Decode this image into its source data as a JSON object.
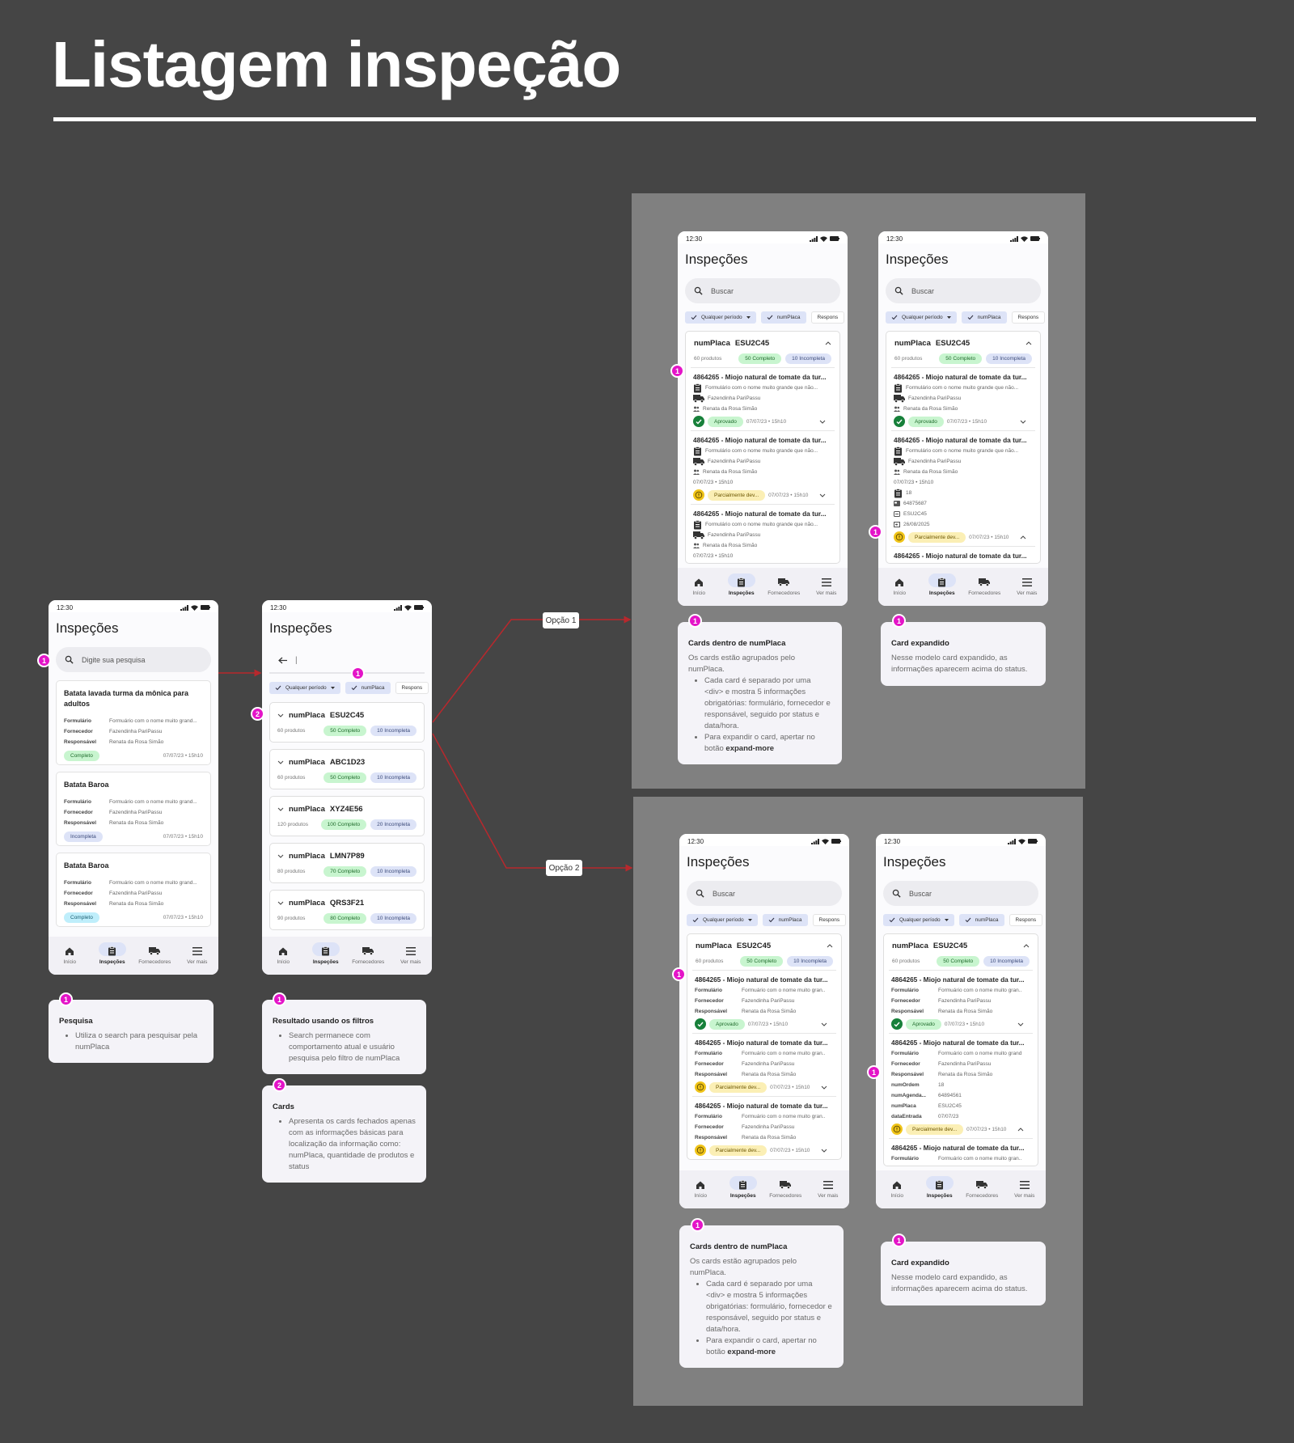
{
  "page": {
    "title": "Listagem inspeção"
  },
  "colors": {
    "background": "#454545",
    "panel": "#808080",
    "marker": "#e414c8",
    "connector": "#b8282d",
    "badge_green": "#c8f5cf",
    "badge_lavender": "#dde3f7",
    "status_yellow": "#f0c419",
    "status_green": "#17803a"
  },
  "flows": {
    "option1": "Opção 1",
    "option2": "Opção 2"
  },
  "common": {
    "status_time": "12:30",
    "screen_title": "Inspeções",
    "chips": [
      {
        "label": "Qualquer período",
        "checked": true,
        "dropdown": true
      },
      {
        "label": "numPlaca",
        "checked": true
      },
      {
        "label": "Respons"
      }
    ],
    "nav": [
      {
        "label": "Início",
        "icon": "home-icon"
      },
      {
        "label": "Inspeções",
        "icon": "clipboard-icon",
        "active": true
      },
      {
        "label": "Fornecedores",
        "icon": "truck-icon"
      },
      {
        "label": "Ver mais",
        "icon": "menu-icon"
      }
    ]
  },
  "phones": [
    {
      "type": "search",
      "search_placeholder": "Digite sua pesquisa",
      "cards": [
        {
          "title": "Batata lavada turma da mônica para adultos",
          "rows": [
            {
              "label": "Formulário",
              "value": "Formuário com o nome muito grand..."
            },
            {
              "label": "Fornecedor",
              "value": "Fazendinha PariPassu"
            },
            {
              "label": "Responsável",
              "value": "Renata da Rosa Simão"
            }
          ],
          "status": {
            "label": "Completo",
            "tone": "green"
          },
          "date": "07/07/23 • 15h10"
        },
        {
          "title": "Batata Baroa",
          "rows": [
            {
              "label": "Formulário",
              "value": "Formuário com o nome muito grand..."
            },
            {
              "label": "Fornecedor",
              "value": "Fazendinha PariPassu"
            },
            {
              "label": "Responsável",
              "value": "Renata da Rosa Simão"
            }
          ],
          "status": {
            "label": "Incompleta",
            "tone": "lav"
          },
          "date": "07/07/23 • 15h10"
        },
        {
          "title": "Batata Baroa",
          "rows": [
            {
              "label": "Formulário",
              "value": "Formuário com o nome muito grand..."
            },
            {
              "label": "Fornecedor",
              "value": "Fazendinha PariPassu"
            },
            {
              "label": "Responsável",
              "value": "Renata da Rosa Simão"
            }
          ],
          "status": {
            "label": "Completo",
            "tone": "cyan"
          },
          "date": "07/07/23 • 15h10"
        }
      ]
    },
    {
      "type": "filter",
      "search_value": "|",
      "groups": [
        {
          "label": "numPlaca",
          "plate": "ESU2C45",
          "products": "60 produtos",
          "complete": "50 Completo",
          "incomplete": "10 Incompleta"
        },
        {
          "label": "numPlaca",
          "plate": "ABC1D23",
          "products": "60 produtos",
          "complete": "50 Completo",
          "incomplete": "10 Incompleta"
        },
        {
          "label": "numPlaca",
          "plate": "XYZ4E56",
          "products": "120 produtos",
          "complete": "100 Completo",
          "incomplete": "20 Incompleta"
        },
        {
          "label": "numPlaca",
          "plate": "LMN7P89",
          "products": "80 produtos",
          "complete": "70 Completo",
          "incomplete": "10 Incompleta"
        },
        {
          "label": "numPlaca",
          "plate": "QRS3F21",
          "products": "90 produtos",
          "complete": "80 Completo",
          "incomplete": "10 Incompleta"
        }
      ]
    },
    {
      "type": "group",
      "search_placeholder": "Buscar",
      "group": {
        "label": "numPlaca",
        "plate": "ESU2C45",
        "products": "60 produtos",
        "complete": "50 Completo",
        "incomplete": "10 Incompleta"
      },
      "items": [
        {
          "title": "4864265 - Miojo natural de tomate da tur...",
          "rows": [
            {
              "icon": "clipboard",
              "value": "Formulário com o nome muito grande que não..."
            },
            {
              "icon": "truck",
              "value": "Fazendinha PariPassu"
            },
            {
              "icon": "people",
              "value": "Renata da Rosa Simão"
            }
          ],
          "status": {
            "label": "Aprovado",
            "tone": "green"
          },
          "date": "07/07/23 • 15h10",
          "expanded": false
        },
        {
          "title": "4864265 - Miojo natural de tomate da tur...",
          "rows": [
            {
              "icon": "clipboard",
              "value": "Formulário com o nome muito grande que não..."
            },
            {
              "icon": "truck",
              "value": "Fazendinha PariPassu"
            },
            {
              "icon": "people",
              "value": "Renata da Rosa Simão"
            },
            {
              "value": "07/07/23 • 15h10"
            }
          ],
          "status": {
            "label": "Parcialmente dev...",
            "tone": "yellow"
          },
          "date": "07/07/23 • 15h10",
          "expanded": false
        },
        {
          "title": "4864265 - Miojo natural de tomate da tur...",
          "rows": [
            {
              "icon": "clipboard",
              "value": "Formulário com o nome muito grande que não..."
            },
            {
              "icon": "truck",
              "value": "Fazendinha PariPassu"
            },
            {
              "icon": "people",
              "value": "Renata da Rosa Simão"
            },
            {
              "value": "07/07/23 • 15h10"
            }
          ]
        }
      ]
    },
    {
      "type": "group",
      "search_placeholder": "Buscar",
      "group": {
        "label": "numPlaca",
        "plate": "ESU2C45",
        "products": "60 produtos",
        "complete": "50 Completo",
        "incomplete": "10 Incompleta"
      },
      "items": [
        {
          "title": "4864265 - Miojo natural de tomate da tur...",
          "rows": [
            {
              "icon": "clipboard",
              "value": "Formulário com o nome muito grande que não..."
            },
            {
              "icon": "truck",
              "value": "Fazendinha PariPassu"
            },
            {
              "icon": "people",
              "value": "Renata da Rosa Simão"
            }
          ],
          "status": {
            "label": "Aprovado",
            "tone": "green"
          },
          "date": "07/07/23 • 15h10",
          "expanded": false
        },
        {
          "title": "4864265 - Miojo natural de tomate da tur...",
          "rows": [
            {
              "icon": "clipboard",
              "value": "Formulário com o nome muito grande que não..."
            },
            {
              "icon": "truck",
              "value": "Fazendinha PariPassu"
            },
            {
              "icon": "people",
              "value": "Renata da Rosa Simão"
            },
            {
              "value": "07/07/23 • 15h10"
            },
            {
              "icon": "clipboard",
              "value": "18"
            },
            {
              "icon": "id-card",
              "value": "64875687"
            },
            {
              "icon": "plate",
              "value": "ESU2C45"
            },
            {
              "icon": "calendar",
              "value": "26/08/2025"
            }
          ],
          "status": {
            "label": "Parcialmente dev...",
            "tone": "yellow"
          },
          "date": "07/07/23 • 15h10",
          "expanded": true
        },
        {
          "title": "4864265 - Miojo natural de tomate da tur...",
          "rows": []
        }
      ]
    },
    {
      "type": "group",
      "search_placeholder": "Buscar",
      "group": {
        "label": "numPlaca",
        "plate": "ESU2C45",
        "products": "60 produtos",
        "complete": "50 Completo",
        "incomplete": "10 Incompleta"
      },
      "items": [
        {
          "title": "4864265 - Miojo natural de tomate da tur...",
          "rows": [
            {
              "label": "Formulário",
              "value": "Formuário com o nome muito gran.."
            },
            {
              "label": "Fornecedor",
              "value": "Fazendinha PariPassu"
            },
            {
              "label": "Responsável",
              "value": "Renata da Rosa Simão"
            }
          ],
          "status": {
            "label": "Aprovado",
            "tone": "green"
          },
          "date": "07/07/23 • 15h10",
          "expanded": false
        },
        {
          "title": "4864265 - Miojo natural de tomate da tur...",
          "rows": [
            {
              "label": "Formulário",
              "value": "Formuário com o nome muito gran.."
            },
            {
              "label": "Fornecedor",
              "value": "Fazendinha PariPassu"
            },
            {
              "label": "Responsável",
              "value": "Renata da Rosa Simão"
            }
          ],
          "status": {
            "label": "Parcialmente dev...",
            "tone": "yellow"
          },
          "date": "07/07/23 • 15h10",
          "expanded": false
        },
        {
          "title": "4864265 - Miojo natural de tomate da tur...",
          "rows": [
            {
              "label": "Formulário",
              "value": "Formuário com o nome muito gran.."
            },
            {
              "label": "Fornecedor",
              "value": "Fazendinha PariPassu"
            },
            {
              "label": "Responsável",
              "value": "Renata da Rosa Simão"
            }
          ],
          "status": {
            "label": "Parcialmente dev...",
            "tone": "yellow"
          },
          "date": "07/07/23 • 15h10",
          "expanded": false
        }
      ]
    },
    {
      "type": "group",
      "search_placeholder": "Buscar",
      "group": {
        "label": "numPlaca",
        "plate": "ESU2C45",
        "products": "60 produtos",
        "complete": "50 Completo",
        "incomplete": "10 Incompleta"
      },
      "items": [
        {
          "title": "4864265 - Miojo natural de tomate da tur...",
          "rows": [
            {
              "label": "Formulário",
              "value": "Formuário com o nome muito gran.."
            },
            {
              "label": "Fornecedor",
              "value": "Fazendinha PariPassu"
            },
            {
              "label": "Responsável",
              "value": "Renata da Rosa Simão"
            }
          ],
          "status": {
            "label": "Aprovado",
            "tone": "green"
          },
          "date": "07/07/23 • 15h10",
          "expanded": false
        },
        {
          "title": "4864265 - Miojo natural de tomate da tur...",
          "rows": [
            {
              "label": "Formulário",
              "value": "Formuário com o nome muito grand"
            },
            {
              "label": "Fornecedor",
              "value": "Fazendinha PariPassu"
            },
            {
              "label": "Responsável",
              "value": "Renata da Rosa Simão"
            },
            {
              "label": "numOrdem",
              "value": "18"
            },
            {
              "label": "numAgenda...",
              "value": "64894561"
            },
            {
              "label": "numPlaca",
              "value": "ESU2C45"
            },
            {
              "label": "dataEntrada",
              "value": "07/07/23"
            }
          ],
          "status": {
            "label": "Parcialmente dev...",
            "tone": "yellow"
          },
          "date": "07/07/23 • 15h10",
          "expanded": true
        },
        {
          "title": "4864265 - Miojo natural de tomate da tur...",
          "rows": [
            {
              "label": "Formulário",
              "value": "Formuário com o nome muito gran.."
            }
          ]
        }
      ]
    }
  ],
  "notes": [
    {
      "title": "Pesquisa",
      "bullets": [
        {
          "text": "Utiliza o search para pesquisar pela numPlaca"
        }
      ]
    },
    {
      "title": "Resultado usando os filtros",
      "bullets": [
        {
          "text": "Search permanece com comportamento atual e usuário pesquisa pelo filtro de numPlaca"
        }
      ]
    },
    {
      "title": "Cards",
      "bullets": [
        {
          "text": "Apresenta os cards fechados apenas com as informações básicas para localização da informação como: numPlaca, quantidade de produtos e status"
        }
      ]
    },
    {
      "title": "Cards dentro de numPlaca",
      "intro": "Os cards estão agrupados pelo numPlaca.",
      "bullets": [
        {
          "text": "Cada card é separado por uma <div> e mostra 5 informações obrigatórias: formulário, fornecedor e responsável, seguido por status e data/hora."
        },
        {
          "text": "Para expandir o card, apertar no botão ",
          "bold": "expand-more"
        }
      ]
    },
    {
      "title": "Card expandido",
      "intro": "Nesse modelo card expandido, as informações aparecem acima do status."
    },
    {
      "title": "Cards dentro de numPlaca",
      "intro": "Os cards estão agrupados pelo numPlaca.",
      "bullets": [
        {
          "text": "Cada card é separado por uma <div> e mostra 5 informações obrigatórias: formulário, fornecedor e responsável, seguido por status e data/hora."
        },
        {
          "text": "Para expandir o card, apertar no botão ",
          "bold": "expand-more"
        }
      ]
    },
    {
      "title": "Card expandido",
      "intro": "Nesse modelo card expandido, as informações aparecem acima do status."
    }
  ],
  "markers": [
    "1",
    "1",
    "2",
    "1",
    "1",
    "2",
    "1",
    "1",
    "1",
    "1",
    "1",
    "1",
    "1",
    "1"
  ]
}
